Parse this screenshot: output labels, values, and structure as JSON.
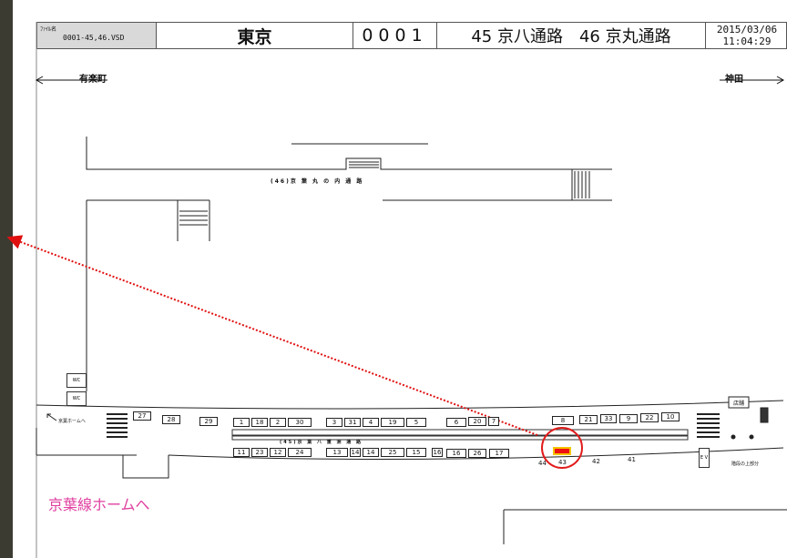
{
  "header": {
    "file_label": "ﾌｧｲﾙ名",
    "file_name": "0001-45,46.VSD",
    "station": "東京",
    "code": "0001",
    "route": "45 京八通路　46 京丸通路",
    "date": "2015/03/06",
    "time": "11:04:29"
  },
  "directions": {
    "west": "有楽町",
    "east": "神田"
  },
  "labels": {
    "concourse_top": "(46)京 葉 丸 の 内 通 路",
    "concourse_bottom": "(45)京 葉 八 重 洲 通 路",
    "keiyo_note": "京葉ホームへ",
    "keiyo_caption": "京葉線ホームへ",
    "shop": "店舗",
    "stairs_note": "階段の上部分",
    "wc": "WC",
    "ev": "E V"
  },
  "top_row_boxes": [
    "27",
    "28",
    "29",
    "1",
    "18",
    "2",
    "30",
    "3",
    "31",
    "4",
    "19",
    "5",
    "6",
    "20",
    "7",
    "8",
    "21",
    "33",
    "9",
    "22",
    "10"
  ],
  "bottom_row_boxes": [
    "11",
    "23",
    "12",
    "24",
    "13",
    "14",
    "14",
    "25",
    "15",
    "16",
    "16",
    "26",
    "17"
  ],
  "lower_labels": [
    "44",
    "43",
    "42",
    "41"
  ],
  "colors": {
    "highlight_circle": "#e21a1a",
    "arrow": "#e01010",
    "target_fill": "#ee1111",
    "target_border": "#f5c400",
    "caption": "#e040a0"
  }
}
